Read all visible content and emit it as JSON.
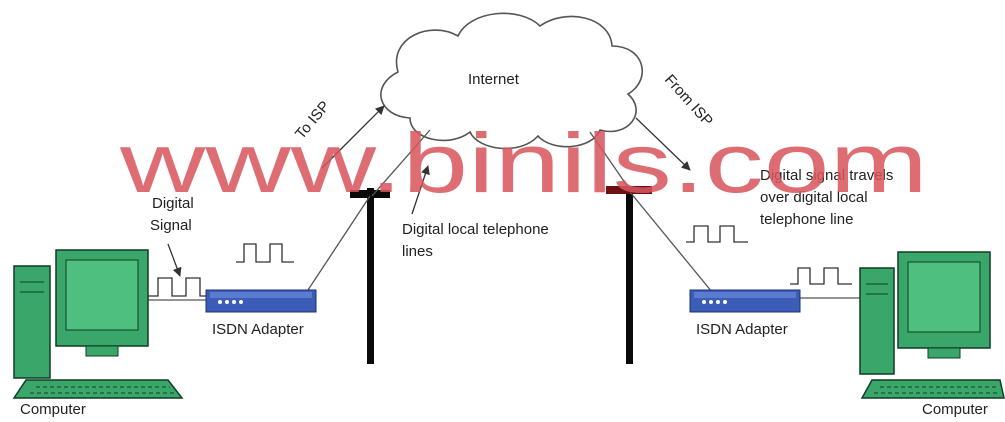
{
  "labels": {
    "internet": "Internet",
    "to_isp": "To ISP",
    "from_isp": "From ISP",
    "digital_signal": [
      "Digital",
      "Signal"
    ],
    "digital_local_lines": [
      "Digital local telephone",
      "lines"
    ],
    "digital_signal_travels": [
      "Digital signal travels",
      "over digital local",
      "telephone line"
    ],
    "isdn_left": "ISDN Adapter",
    "isdn_right": "ISDN Adapter",
    "computer_left": "Computer",
    "computer_right": "Computer"
  },
  "watermark": "www.binils.com",
  "colors": {
    "computer_green": "#3aa66a",
    "computer_dark": "#0f3d24",
    "adapter_blue": "#3b5db8",
    "pole": "#0a0a0a",
    "pole_cap": "#6e0f14",
    "watermark": "#d9565d",
    "line": "#555555"
  }
}
